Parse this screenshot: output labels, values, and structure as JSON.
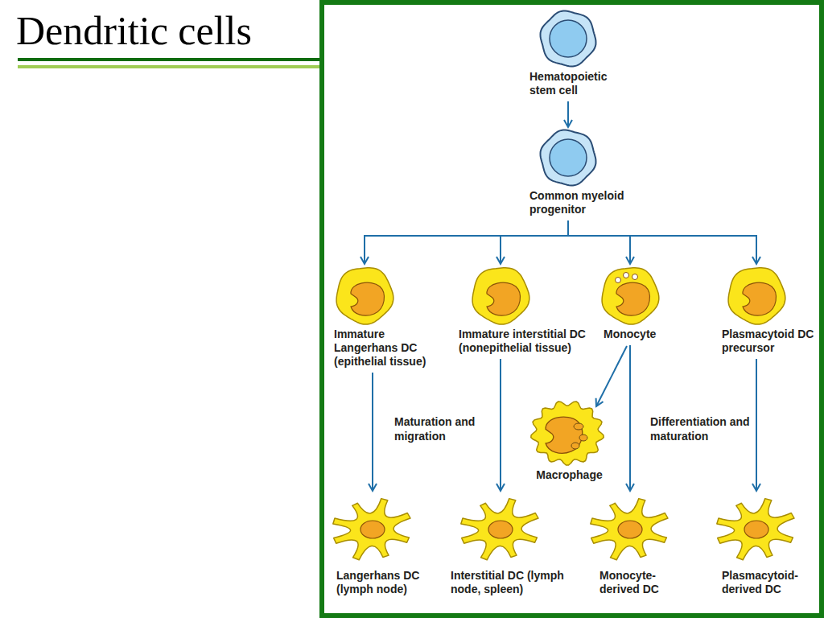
{
  "diagram": {
    "title": "Dendritic cells",
    "nodes": [
      {
        "text": [
          "Hematopoietic stem cell"
        ]
      },
      {
        "text": [
          "Common myeloid progenitor"
        ]
      },
      {
        "text": [
          "Immature Langerhans DC (epithelial tissue)"
        ]
      },
      {
        "text": [
          "Immature interstitial DC (nonepithelial tissue)"
        ]
      },
      {
        "text": [
          "Monocyte"
        ]
      },
      {
        "text": [
          "Plasmacytoid DC precursor"
        ]
      },
      {
        "text": [
          "Macrophage"
        ]
      },
      {
        "text": [
          "Langerhans DC (lymph node)"
        ]
      },
      {
        "text": [
          "Interstitial DC (lymph node, spleen)"
        ]
      },
      {
        "text": [
          "Monocyte-derived DC"
        ]
      },
      {
        "text": [
          "Plasmacytoid-derived DC"
        ]
      }
    ],
    "edges": [
      {
        "from": 0,
        "to": 1,
        "arrow": "to"
      },
      {
        "from": 1,
        "to": 2,
        "arrow": "to"
      },
      {
        "from": 1,
        "to": 3,
        "arrow": "to"
      },
      {
        "from": 1,
        "to": 4,
        "arrow": "to"
      },
      {
        "from": 1,
        "to": 5,
        "arrow": "to"
      },
      {
        "from": 2,
        "to": 7,
        "arrow": "to"
      },
      {
        "from": 3,
        "to": 8,
        "arrow": "to"
      },
      {
        "from": 4,
        "to": 6,
        "arrow": "to"
      },
      {
        "from": 4,
        "to": 9,
        "arrow": "to"
      },
      {
        "from": 5,
        "to": 10,
        "arrow": "to"
      }
    ],
    "labels": [
      "Maturation and migration",
      "Differentiation and maturation"
    ]
  }
}
